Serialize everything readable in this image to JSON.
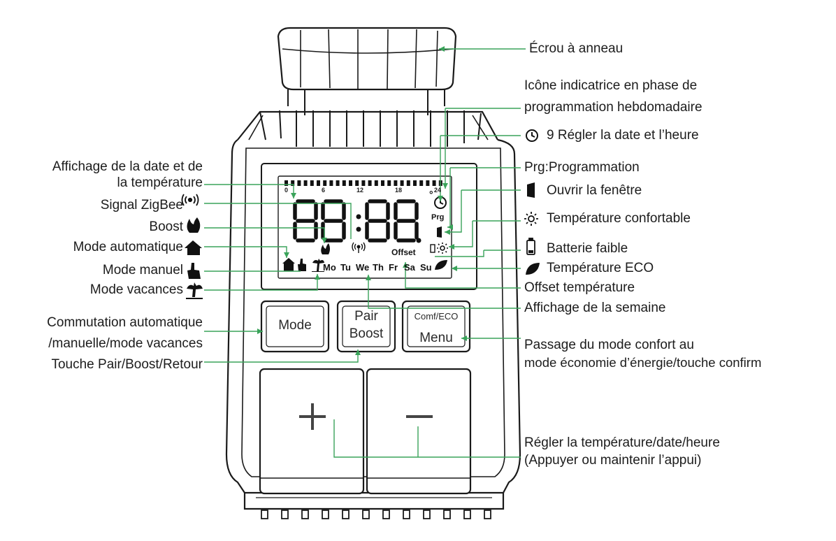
{
  "colors": {
    "leader": "#3aa35a",
    "outline": "#1a1a1a",
    "lcd": "#111111"
  },
  "labels_right": {
    "ring_nut": "Écrou à anneau",
    "weekly_icon_l1": "Icône indicatrice en phase de",
    "weekly_icon_l2": "programmation hebdomadaire",
    "set_datetime": "9 Régler la date et l’heure",
    "programming": "Prg:Programmation",
    "open_window": "Ouvrir la fenêtre",
    "comfort_temp": "Température confortable",
    "low_battery": "Batterie faible",
    "eco_temp": "Température ECO",
    "offset_temp": "Offset température",
    "week_display": "Affichage de la semaine",
    "comfort_eco_l1": "Passage du mode confort au",
    "comfort_eco_l2": "mode économie d’énergie/touche confirm",
    "adjust_l1": "Régler la température/date/heure",
    "adjust_l2": "(Appuyer ou maintenir l’appui)"
  },
  "labels_left": {
    "date_temp_l1": "Affichage de la date et de",
    "date_temp_l2": "la température",
    "zigbee": "Signal ZigBee",
    "boost": "Boost",
    "auto_mode": "Mode automatique",
    "manual_mode": "Mode manuel",
    "holiday_mode": "Mode vacances",
    "switch_l1": "Commutation automatique",
    "switch_l2": "/manuelle/mode vacances",
    "pair_key": "Touche Pair/Boost/Retour"
  },
  "buttons": {
    "mode": "Mode",
    "pair": "Pair",
    "boost": "Boost",
    "comf_eco": "Comf/ECO",
    "menu": "Menu",
    "plus": "+",
    "minus": "−"
  },
  "lcd": {
    "digits": "8888",
    "hours": [
      "0",
      "6",
      "12",
      "18",
      "24"
    ],
    "prg": "Prg",
    "offset": "Offset",
    "days": [
      "Mo",
      "Tu",
      "We",
      "Th",
      "Fr",
      "Sa",
      "Su"
    ],
    "degree": "°"
  },
  "icons": [
    "ring-nut",
    "clock-icon",
    "window-icon",
    "sun-icon",
    "battery-icon",
    "leaf-icon",
    "zigbee-icon",
    "flame-icon",
    "home-icon",
    "hand-icon",
    "palm-icon"
  ]
}
